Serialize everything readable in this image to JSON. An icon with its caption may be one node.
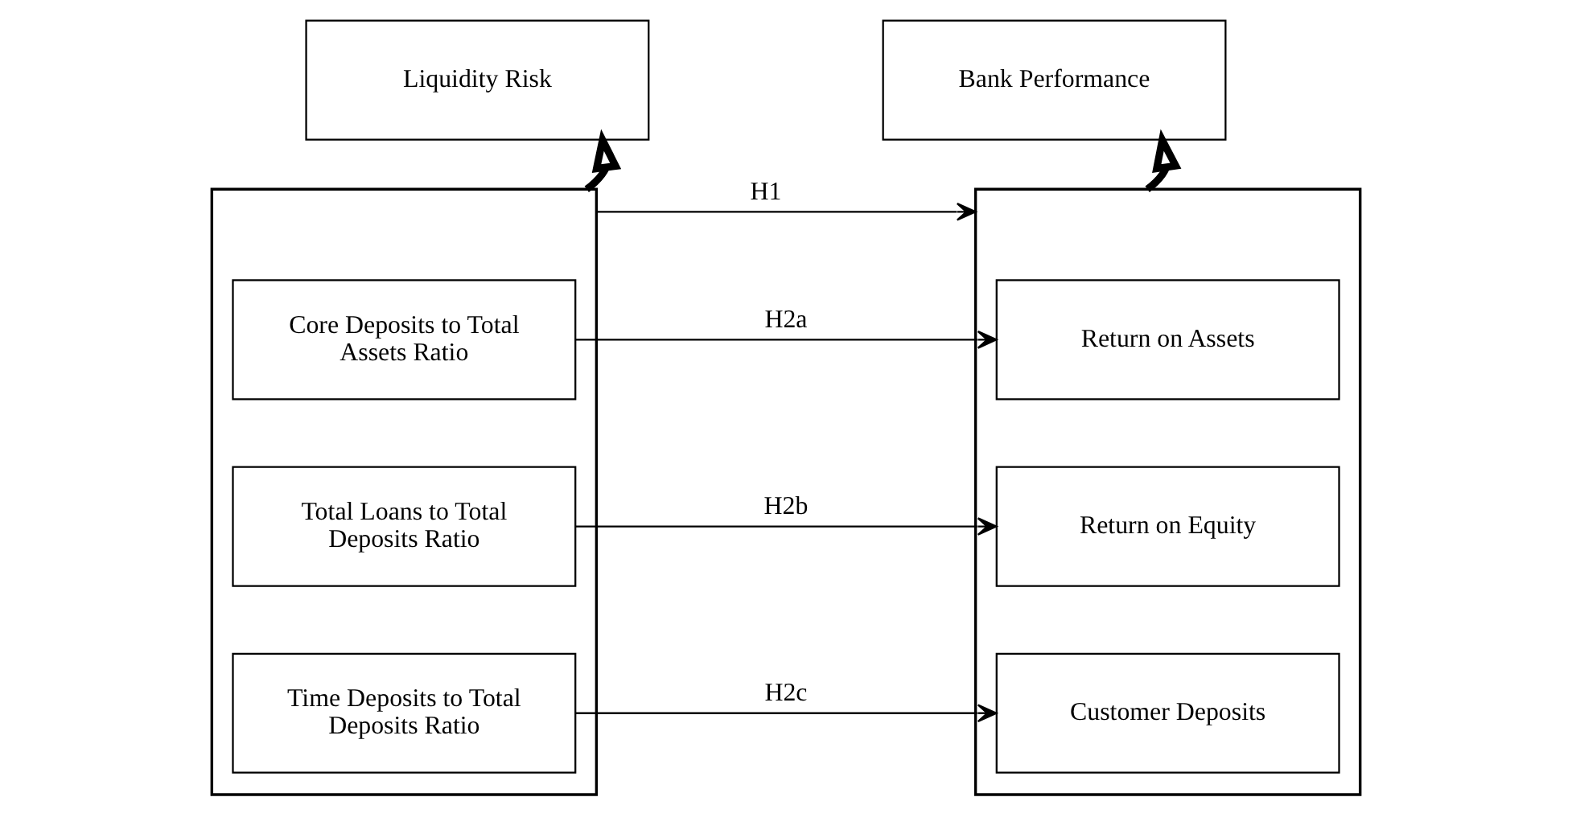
{
  "diagram": {
    "nodes": [
      {
        "text": [
          "Liquidity Risk"
        ]
      },
      {
        "text": [
          "Bank Performance"
        ]
      },
      {
        "text": [],
        "shape": "box"
      },
      {
        "text": [
          "Core Deposits to Total Assets Ratio"
        ],
        "in": 2
      },
      {
        "text": [
          "Total Loans to Total Deposits Ratio"
        ],
        "in": 2
      },
      {
        "text": [
          "Time Deposits to Total Deposits Ratio"
        ],
        "in": 2
      },
      {
        "text": [],
        "shape": "box"
      },
      {
        "text": [
          "Return on Assets"
        ],
        "in": 6
      },
      {
        "text": [
          "Return on Equity"
        ],
        "in": 6
      },
      {
        "text": [
          "Customer Deposits"
        ],
        "in": 6
      }
    ],
    "edges": [
      {
        "from": 2,
        "to": 0,
        "arrow": "to",
        "style": "thick"
      },
      {
        "from": 6,
        "to": 1,
        "arrow": "to",
        "style": "thick"
      },
      {
        "from": 2,
        "to": 6,
        "arrow": "to",
        "label": "H1"
      },
      {
        "from": 3,
        "to": 7,
        "arrow": "to",
        "label": "H2a"
      },
      {
        "from": 4,
        "to": 8,
        "arrow": "to",
        "label": "H2b"
      },
      {
        "from": 5,
        "to": 9,
        "arrow": "to",
        "label": "H2c"
      }
    ]
  }
}
